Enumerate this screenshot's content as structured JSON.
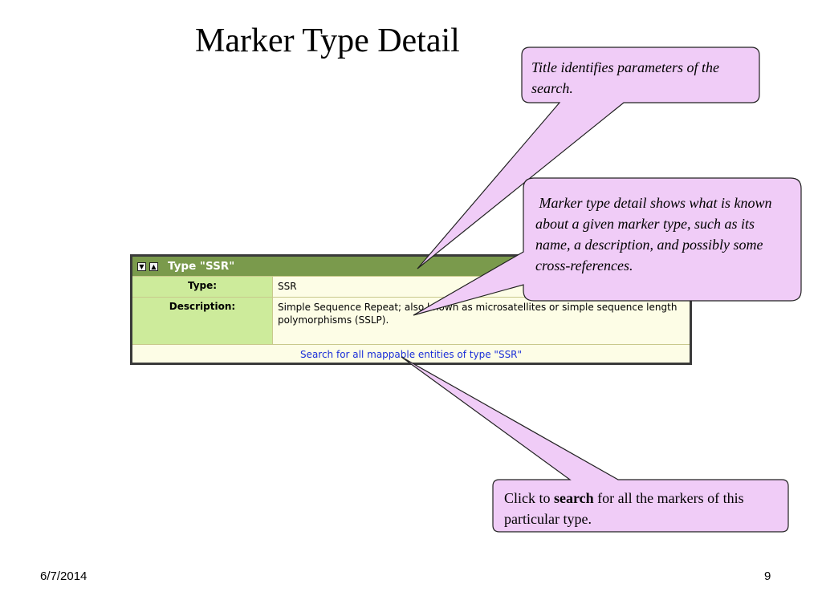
{
  "slide": {
    "title": "Marker Type Detail",
    "date": "6/7/2014",
    "page_number": "9"
  },
  "panel": {
    "title": "Type \"SSR\"",
    "rows": [
      {
        "label": "Type:",
        "value": "SSR"
      },
      {
        "label": "Description:",
        "value": "Simple Sequence Repeat; also known as microsatellites or simple sequence length polymorphisms (SSLP)."
      }
    ],
    "link": "Search for all mappable entities of type \"SSR\""
  },
  "callouts": {
    "title_note": "Title identifies parameters of the search.",
    "detail_note": " Marker type detail shows what is known about a given marker type, such as its name, a description, and possibly some cross-references.",
    "search_note": {
      "prefix": "Click to ",
      "bold": "search",
      "suffix": " for all the markers of this particular type."
    }
  },
  "colors": {
    "callout_fill": "#f0ccf7",
    "header_green": "#7a9a4c",
    "label_green": "#cdeb9b",
    "link_blue": "#1a2ed8"
  }
}
